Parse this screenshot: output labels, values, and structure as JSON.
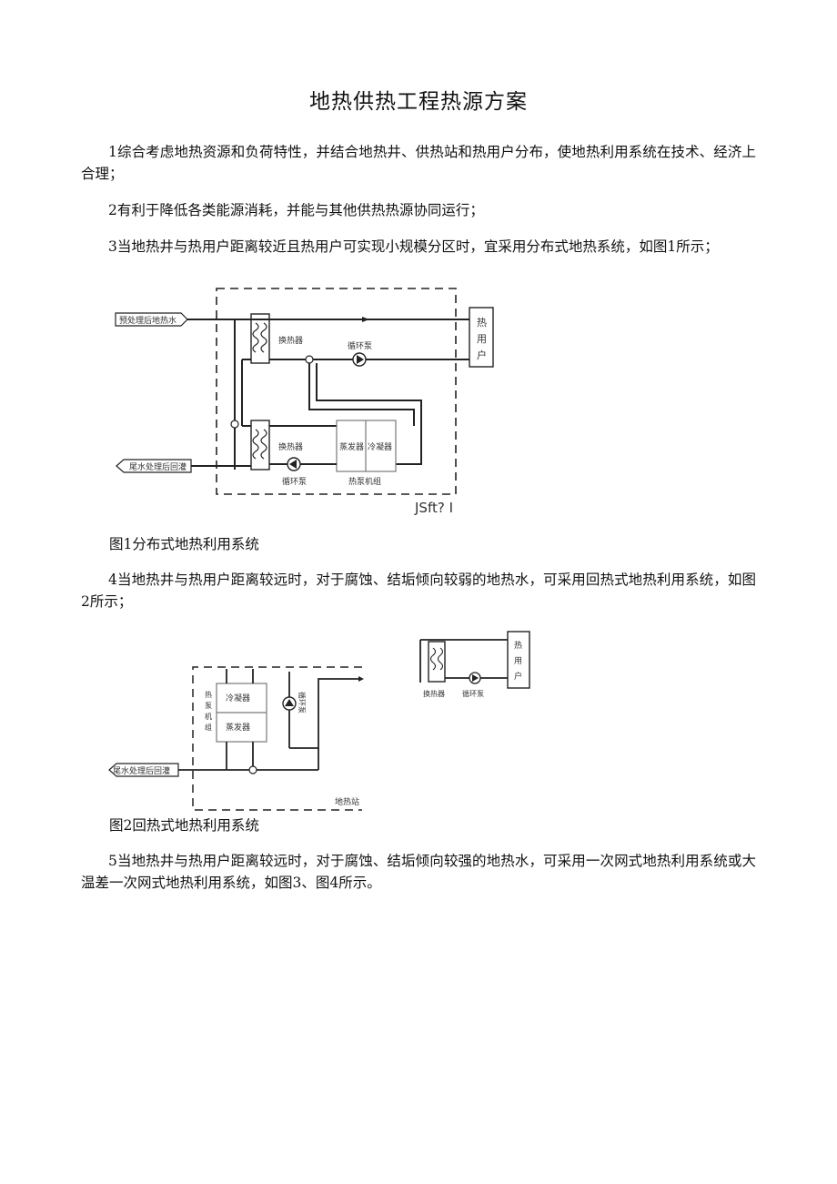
{
  "title": "地热供热工程热源方案",
  "paragraphs": {
    "p1": "1综合考虑地热资源和负荷特性，并结合地热井、供热站和热用户分布，使地热利用系统在技术、经济上合理；",
    "p2": "2有利于降低各类能源消耗，并能与其他供热热源协同运行；",
    "p3": "3当地热井与热用户距离较近且热用户可实现小规模分区时，宜采用分布式地热系统，如图1所示；",
    "p4": "4当地热井与热用户距离较远时，对于腐蚀、结垢倾向较弱的地热水，可采用回热式地热利用系统，如图2所示；",
    "p5": "5当地热井与热用户距离较远时，对于腐蚀、结垢倾向较强的地热水，可采用一次网式地热利用系统或大温差一次网式地热利用系统，如图3、图4所示。"
  },
  "figure1": {
    "caption": "图1分布式地热利用系统",
    "ocr_label": "JSft? I",
    "inlet": "预处理后地热水",
    "outlet": "尾水处理后回灌",
    "hx_top": "换热器",
    "hx_bottom": "换热器",
    "pump_top": "循环泵",
    "pump_bottom": "循环泵",
    "evaporator": "蒸发器",
    "condenser": "冷凝器",
    "heatpump_unit": "热泵机组",
    "user": [
      "热",
      "用",
      "户"
    ]
  },
  "figure2": {
    "caption": "图2回热式地热利用系统",
    "outlet": "尾水处理后回灌",
    "condenser": "冷凝器",
    "evaporator": "蒸发器",
    "pump": "循环泵",
    "unit_vertical": [
      "热",
      "泵",
      "机",
      "组"
    ],
    "station": "地热站",
    "hx": "换热器",
    "pump2": "循环泵",
    "user": [
      "热",
      "用",
      "户"
    ]
  }
}
